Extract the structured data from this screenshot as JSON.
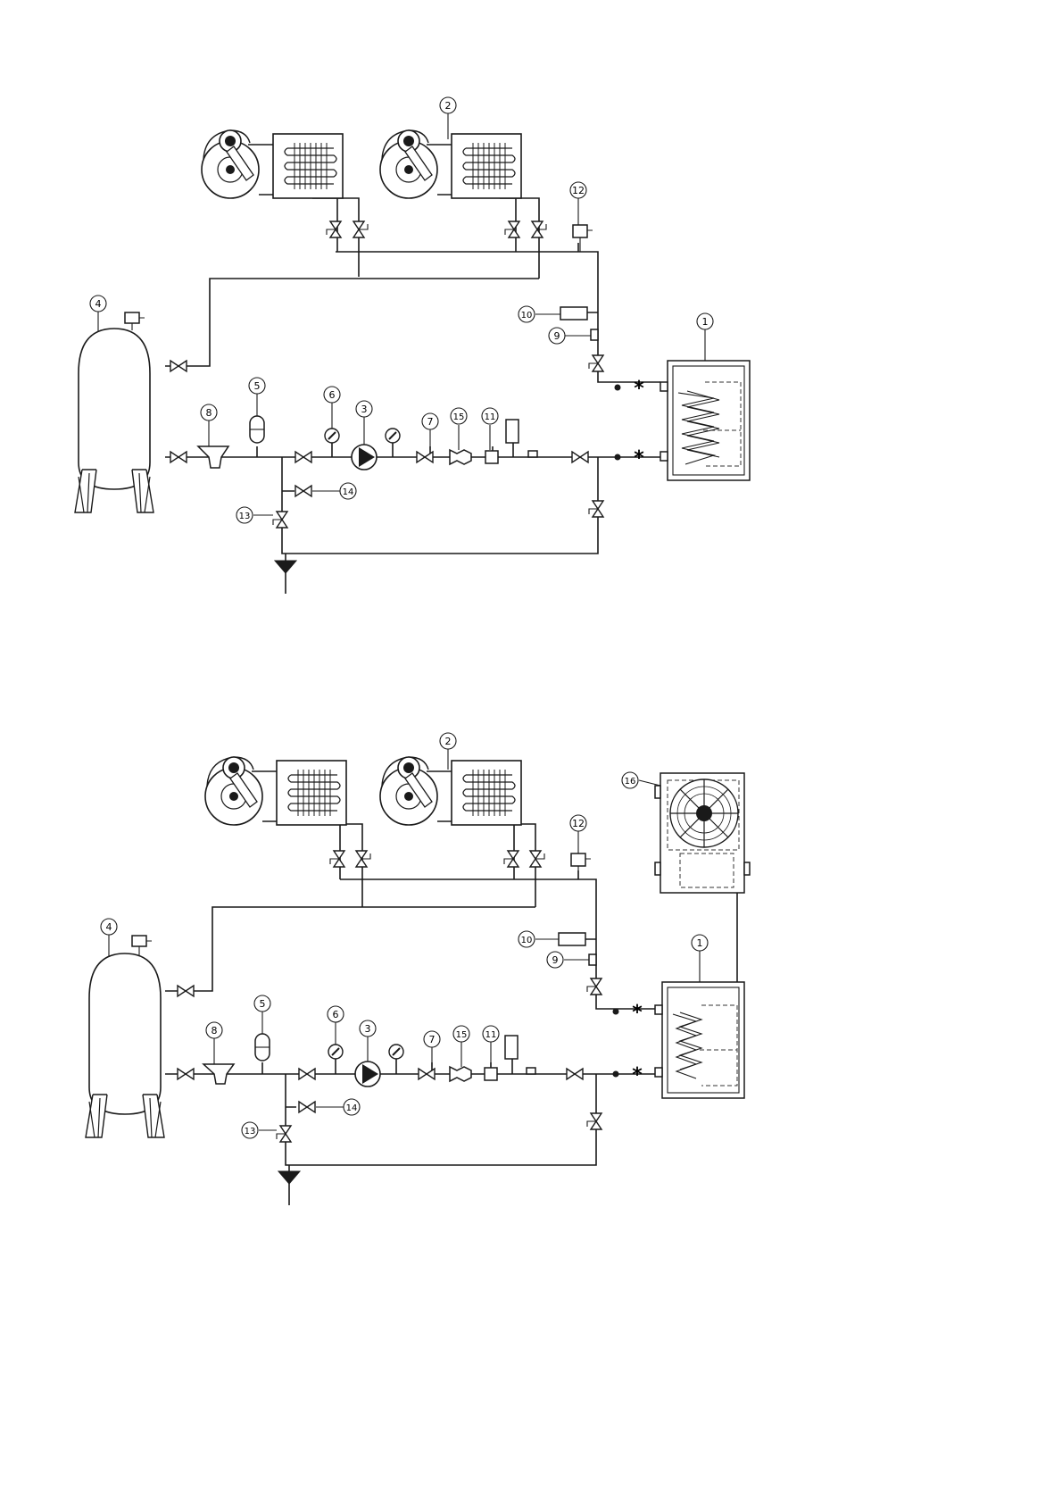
{
  "colors": {
    "line": "#1a1a1a",
    "background": "#ffffff"
  },
  "diagram_top": {
    "labels": {
      "chiller": "1",
      "fan_coil": "2",
      "pump": "3",
      "tank": "4",
      "expansion_vessel": "5",
      "pressure_gauge": "6",
      "check_valve": "7",
      "filter": "8",
      "air_vent": "9",
      "flow_switch": "10",
      "thermostat": "11",
      "pressure_switch": "12",
      "drain_valve": "13",
      "fill_valve": "14",
      "anti_vibration": "15"
    }
  },
  "diagram_bottom": {
    "labels": {
      "chiller": "1",
      "fan_coil": "2",
      "pump": "3",
      "tank": "4",
      "expansion_vessel": "5",
      "pressure_gauge": "6",
      "check_valve": "7",
      "filter": "8",
      "air_vent": "9",
      "flow_switch": "10",
      "thermostat": "11",
      "pressure_switch": "12",
      "drain_valve": "13",
      "fill_valve": "14",
      "anti_vibration": "15",
      "remote_condenser": "16"
    }
  }
}
